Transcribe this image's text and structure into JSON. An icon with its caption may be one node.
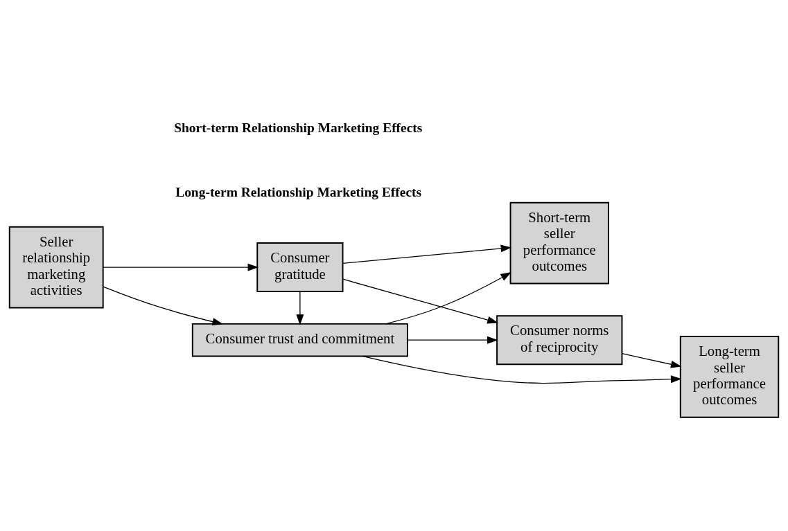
{
  "diagram": {
    "nodes": [
      {
        "text": [
          "Consumer gratitude"
        ]
      },
      {
        "text": [
          "Consumer norms of reciprocity"
        ]
      },
      {
        "text": [
          "Seller relationship marketing activities"
        ]
      },
      {
        "text": [
          "Short-term seller performance outcomes"
        ]
      },
      {
        "text": [
          "Long-term seller performance outcomes"
        ]
      },
      {
        "text": [
          "Consumer trust and commitment"
        ]
      }
    ],
    "edges": [
      {
        "from": 2,
        "to": 0,
        "arrow": "to"
      },
      {
        "from": 2,
        "to": 5,
        "arrow": "to"
      },
      {
        "from": 0,
        "to": 1,
        "arrow": "to"
      },
      {
        "from": 0,
        "to": 3,
        "arrow": "to"
      },
      {
        "from": 0,
        "to": 5,
        "arrow": "to"
      },
      {
        "from": 5,
        "to": 3,
        "arrow": "to"
      },
      {
        "from": 5,
        "to": 1,
        "arrow": "to"
      },
      {
        "from": 1,
        "to": 4,
        "arrow": "to"
      },
      {
        "from": 5,
        "to": 4,
        "arrow": "to"
      }
    ],
    "labels": [
      "Short-term Relationship Marketing Effects",
      "Long-term Relationship Marketing Effects"
    ]
  }
}
